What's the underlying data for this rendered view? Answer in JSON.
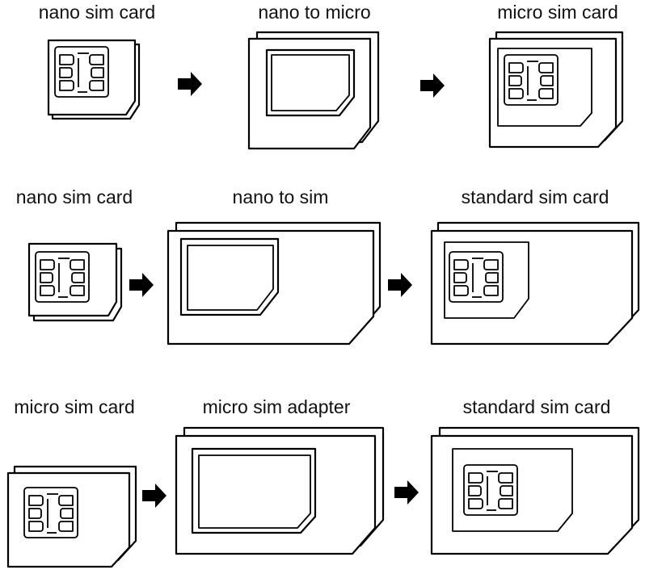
{
  "rows": [
    {
      "left": {
        "label": "nano sim card"
      },
      "middle": {
        "label": "nano to micro"
      },
      "right": {
        "label": "micro sim card"
      }
    },
    {
      "left": {
        "label": "nano sim card"
      },
      "middle": {
        "label": "nano to sim"
      },
      "right": {
        "label": "standard sim card"
      }
    },
    {
      "left": {
        "label": "micro sim card"
      },
      "middle": {
        "label": "micro sim adapter"
      },
      "right": {
        "label": "standard sim card"
      }
    }
  ],
  "icons": {
    "arrow": "right-arrow-icon",
    "chip": "sim-chip-icon"
  },
  "colors": {
    "line": "#000000",
    "fill": "#ffffff",
    "text": "#111111"
  }
}
